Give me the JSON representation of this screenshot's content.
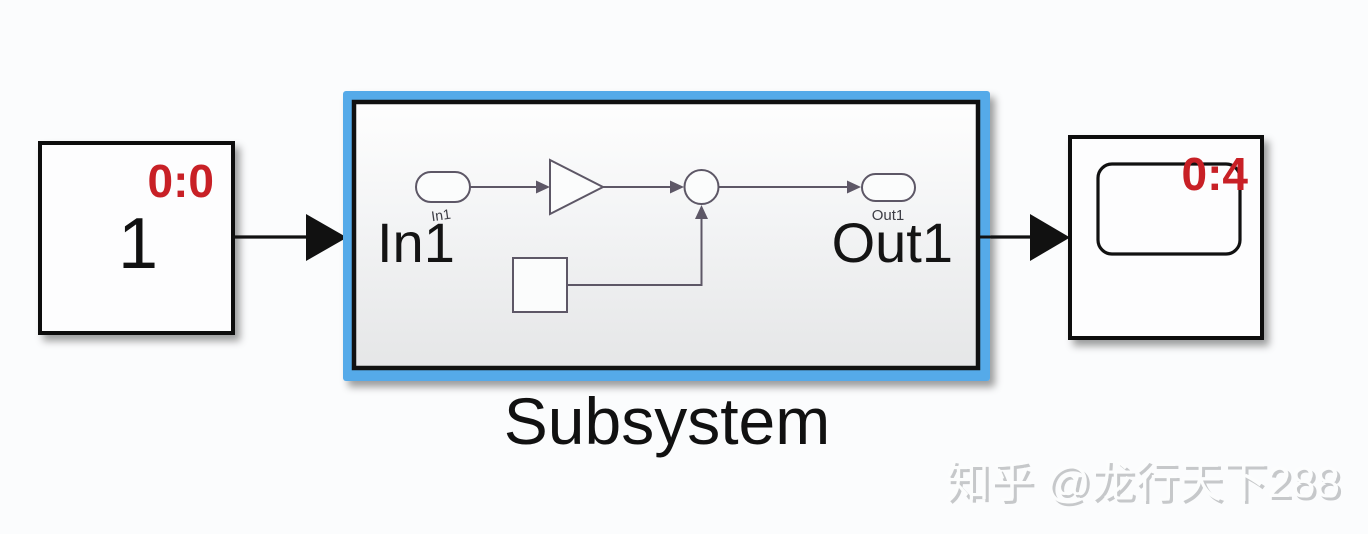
{
  "watermark": {
    "text": "知乎 @龙行天下288"
  },
  "colors": {
    "selection_highlight": "#55aae9",
    "execution_order_red": "#c82026",
    "block_border": "#111111",
    "inner_line": "#5d5766"
  },
  "blocks": {
    "constant": {
      "value": "1",
      "execution_order": "0:0"
    },
    "subsystem": {
      "name": "Subsystem",
      "inport_label": "In1",
      "inport_icon_label": "In1",
      "outport_label": "Out1",
      "outport_icon_label": "Out1"
    },
    "scope": {
      "execution_order": "0:4"
    }
  }
}
